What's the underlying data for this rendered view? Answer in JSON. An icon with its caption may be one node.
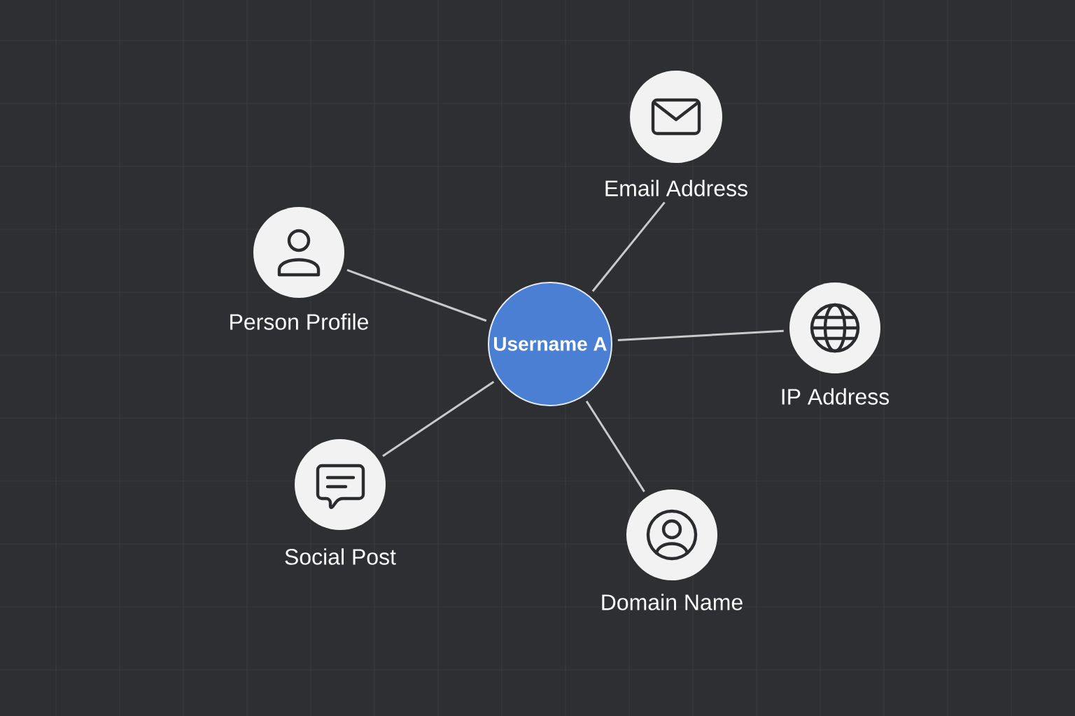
{
  "diagram": {
    "nodes": [
      {
        "text": [
          "Username A"
        ]
      },
      {
        "text": [
          "Email Address"
        ]
      },
      {
        "text": [
          "Person Profile"
        ]
      },
      {
        "text": [
          "IP Address"
        ]
      },
      {
        "text": [
          "Social Post"
        ]
      },
      {
        "text": [
          "Domain Name"
        ]
      }
    ],
    "edges": [
      {
        "from": 0,
        "to": 1,
        "arrow": "none"
      },
      {
        "from": 0,
        "to": 2,
        "arrow": "none"
      },
      {
        "from": 0,
        "to": 3,
        "arrow": "none"
      },
      {
        "from": 0,
        "to": 4,
        "arrow": "none"
      },
      {
        "from": 0,
        "to": 5,
        "arrow": "none"
      }
    ]
  }
}
